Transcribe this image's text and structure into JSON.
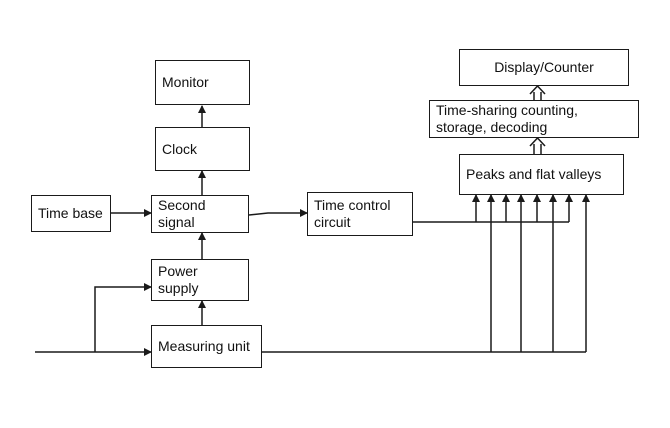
{
  "blocks": {
    "monitor": "Monitor",
    "clock": "Clock",
    "time_base": "Time base",
    "second_signal": "Second signal",
    "power_supply": "Power supply",
    "measuring_unit": "Measuring unit",
    "time_control": "Time control\ncircuit",
    "display_counter": "Display/Counter",
    "time_sharing": "Time-sharing counting,\nstorage, decoding",
    "peaks_valleys": "Peaks and flat valleys"
  }
}
